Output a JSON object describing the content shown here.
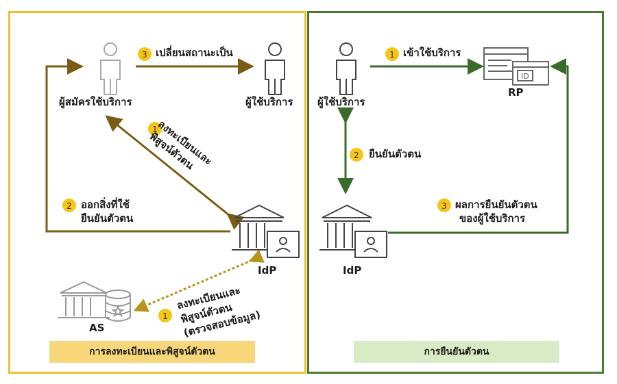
{
  "left_section": {
    "footer": "การลงทะเบียนและพิสูจน์ตัวตน",
    "applicant_label": "ผู้สมัครใช้บริการ",
    "user_label": "ผู้ใช้บริการ",
    "idp_label": "IdP",
    "as_label": "AS",
    "step3": {
      "num": "3",
      "text": "เปลี่ยนสถานะเป็น"
    },
    "step1_diag": {
      "num": "1",
      "line1": "ลงทะเบียนและ",
      "line2": "พิสูจน์ตัวตน"
    },
    "step2": {
      "num": "2",
      "line1": "ออกสิ่งที่ใช้",
      "line2": "ยืนยันตัวตน"
    },
    "step1_as": {
      "num": "1",
      "line1": "ลงทะเบียนและ",
      "line2": "พิสูจน์ตัวตน",
      "line3": "(ตรวจสอบข้อมูล)"
    }
  },
  "right_section": {
    "footer": "การยืนยันตัวตน",
    "user_label": "ผู้ใช้บริการ",
    "rp_label": "RP",
    "rp_id_text": "ID",
    "idp_label": "IdP",
    "step1": {
      "num": "1",
      "text": "เข้าใช้บริการ"
    },
    "step2": {
      "num": "2",
      "text": "ยืนยันตัวตน"
    },
    "step3": {
      "num": "3",
      "line1": "ผลการยืนยันตัวตน",
      "line2": "ของผู้ใช้บริการ"
    }
  },
  "colors": {
    "left_border": "#e8c233",
    "right_border": "#4a7a32",
    "left_arrow": "#7a5c14",
    "right_arrow": "#3b6b2a",
    "badge": "#f5c518"
  }
}
